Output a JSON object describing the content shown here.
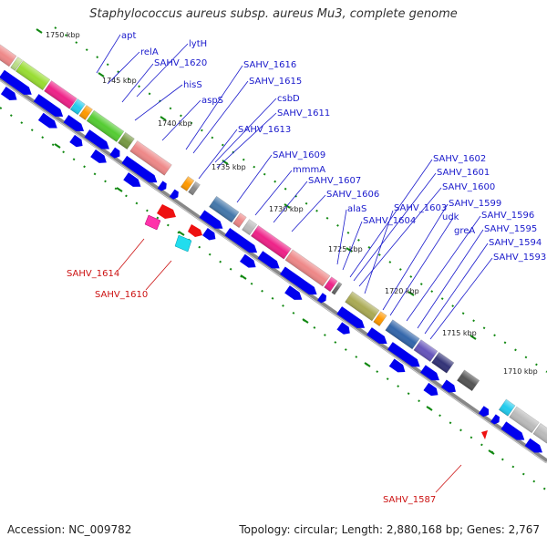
{
  "title": "Staphylococcus aureus subsp. aureus Mu3, complete genome",
  "footer": {
    "accession": "Accession: NC_009782",
    "topology": "Topology: circular; Length: 2,880,168 bp; Genes: 2,767"
  },
  "ticks": [
    "1750 kbp",
    "1745 kbp",
    "1740 kbp",
    "1735 kbp",
    "1730 kbp",
    "1725 kbp",
    "1720 kbp",
    "1715 kbp",
    "1710 kbp"
  ],
  "gene_labels_forward": [
    "apt",
    "relA",
    "lytH",
    "SAHV_1620",
    "hisS",
    "aspS",
    "SAHV_1616",
    "SAHV_1615",
    "csbD",
    "SAHV_1611",
    "SAHV_1613",
    "SAHV_1609",
    "mmmA",
    "SAHV_1607",
    "SAHV_1606",
    "alaS",
    "SAHV_1604",
    "SAHV_1603",
    "SAHV_1602",
    "SAHV_1601",
    "SAHV_1600",
    "SAHV_1599",
    "udk",
    "greA",
    "SAHV_1596",
    "SAHV_1595",
    "SAHV_1594",
    "SAHV_1593"
  ],
  "gene_labels_reverse": [
    "SAHV_1614",
    "SAHV_1610",
    "SAHV_1587"
  ],
  "colors": {
    "forward_label": "#1a1acc",
    "reverse_label": "#cc1111",
    "arrow_blue": "#0000ee",
    "backbone": "#888888",
    "dots": "#118811"
  }
}
